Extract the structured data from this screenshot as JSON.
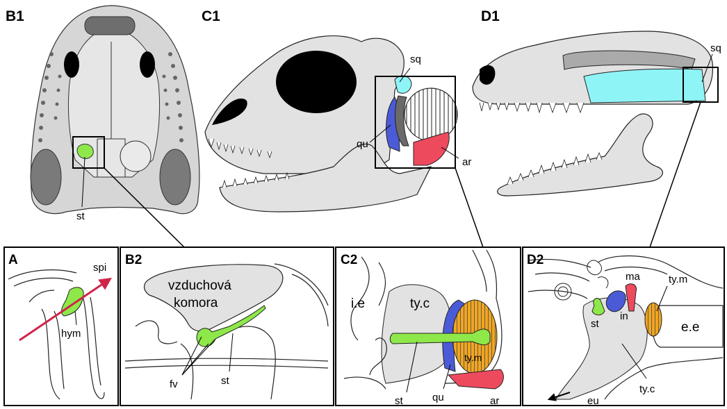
{
  "panels": {
    "b1": "B1",
    "c1": "C1",
    "d1": "D1",
    "a": "A",
    "b2": "B2",
    "c2": "C2",
    "d2": "D2"
  },
  "labels": {
    "b1_st": "st",
    "c1_sq": "sq",
    "c1_qu": "qu",
    "c1_ar": "ar",
    "d1_sq": "sq",
    "a_spi": "spi",
    "a_hym": "hym",
    "b2_chamber_line1": "vzduchová",
    "b2_chamber_line2": "komora",
    "b2_fv": "fv",
    "b2_st": "st",
    "c2_ie": "i.e",
    "c2_tyc": "ty.c",
    "c2_tym": "ty.m",
    "c2_st": "st",
    "c2_qu": "qu",
    "c2_ar": "ar",
    "d2_ma": "ma",
    "d2_tym": "ty.m",
    "d2_st": "st",
    "d2_in": "in",
    "d2_ee": "e.e",
    "d2_eu": "eu",
    "d2_tyc": "ty.c"
  },
  "colors": {
    "stapes": "#8ee84a",
    "quadrate": "#4b5bd8",
    "articular": "#ee4a5e",
    "squamosal": "#8ff4f6",
    "tympanic_membrane": "#f2a51e",
    "bone": "#e2e2e2",
    "dark_bone": "#6a6a6a",
    "arrow": "#d0234a"
  }
}
